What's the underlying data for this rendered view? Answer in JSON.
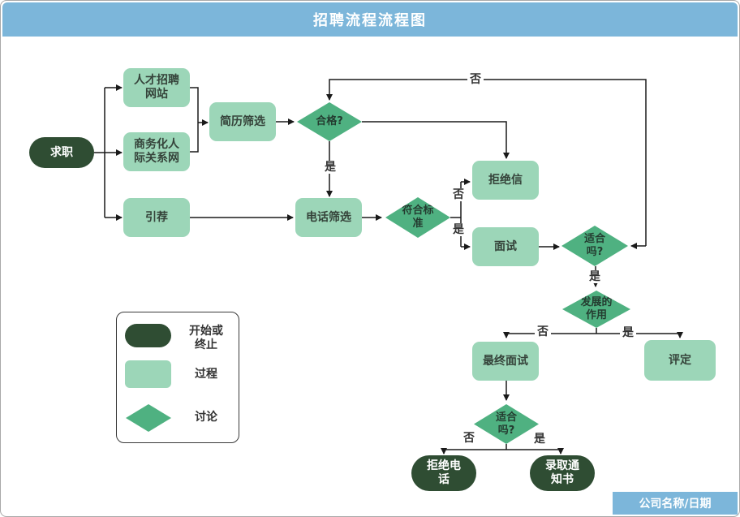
{
  "title": "招聘流程流程图",
  "footer": "公司名称/日期",
  "colors": {
    "header_blue": "#7cb6da",
    "process_green": "#9cd6b8",
    "decision_green": "#4fb181",
    "terminal_green": "#2f4d33",
    "line": "#1a1a1a"
  },
  "labels": {
    "yes": "是",
    "no": "否"
  },
  "nodes": {
    "start": "求职",
    "job_site": "人才招聘\n网站",
    "business_network": "商务化人\n际关系网",
    "referral": "引荐",
    "resume_screen": "简历筛选",
    "qualified": "合格?",
    "phone_screen": "电话筛选",
    "meets_criteria": "符合标\n准",
    "rejection_letter": "拒绝信",
    "interview": "面试",
    "suitable1": "适合\n吗?",
    "development": "发展的\n作用",
    "final_interview": "最终面试",
    "evaluation": "评定",
    "suitable2": "适合\n吗?",
    "rejection_call": "拒绝电\n话",
    "offer_letter": "录取通\n知书"
  },
  "legend": {
    "start_end": "开始或\n终止",
    "process": "过程",
    "decision": "讨论"
  }
}
